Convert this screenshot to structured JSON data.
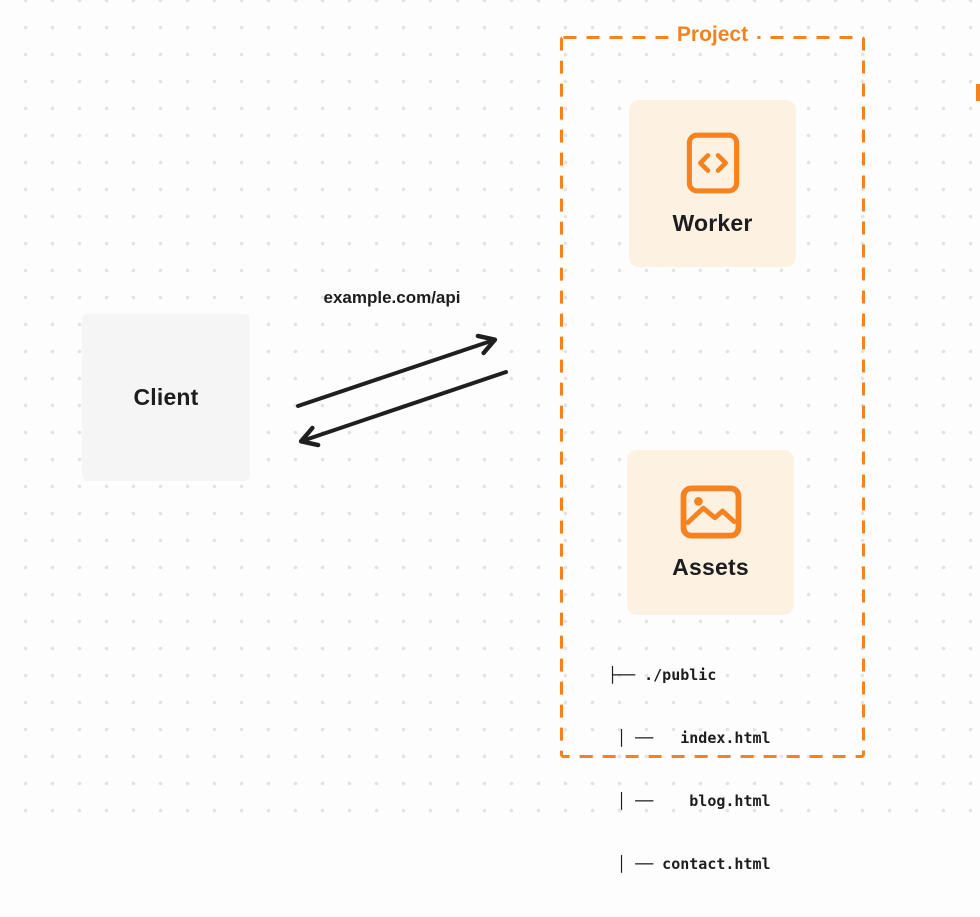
{
  "colors": {
    "accent": "#f6821f",
    "page-bg": "#fdfdfd",
    "dot": "#e4e4e4",
    "card-bg": "#fdf1e2",
    "client-bg": "#f5f5f6",
    "text": "#1d1d1f",
    "arrow": "#1f1f1f"
  },
  "client": {
    "label": "Client"
  },
  "request": {
    "label": "example.com/api"
  },
  "project": {
    "label": "Project",
    "worker": {
      "label": "Worker",
      "icon": "code-icon"
    },
    "assets": {
      "label": "Assets",
      "icon": "image-icon"
    },
    "file_tree": {
      "lines": [
        "├── ./public",
        " │ ──   index.html",
        " │ ──    blog.html",
        " │ ── contact.html"
      ]
    }
  }
}
